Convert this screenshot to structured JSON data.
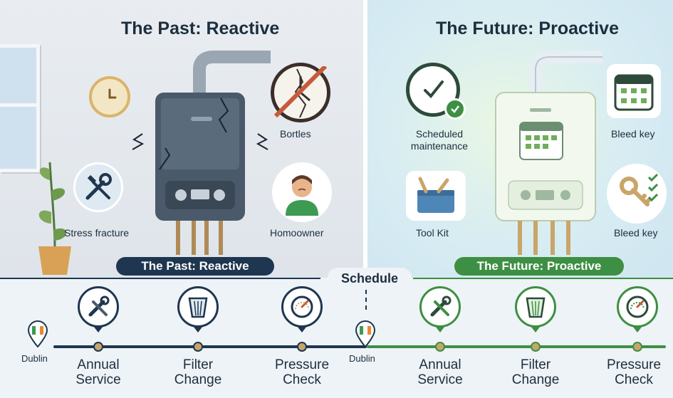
{
  "left": {
    "title": "The Past: Reactive",
    "banner": "The Past: Reactive",
    "labels": {
      "bortles": "Bortles",
      "stress": "Stress fracture",
      "homeowner": "Homoowner"
    }
  },
  "right": {
    "title": "The Future: Proactive",
    "banner": "The Future: Proactive",
    "labels": {
      "scheduled": "Scheduled\nmaintenance",
      "bleed_top": "Bleed key",
      "toolkit": "Tool Kit",
      "bleed_bottom": "Bleed key"
    }
  },
  "schedule": {
    "label": "Schedule",
    "pins": [
      "Dublin",
      "Dublin"
    ],
    "milestones_left": [
      "Annual\nService",
      "Filter\nChange",
      "Pressure\nCheck"
    ],
    "milestones_right": [
      "Annual\nService",
      "Filter\nChange",
      "Pressure\nCheck"
    ]
  },
  "icons": {
    "clock": "clock-icon",
    "broken_clock": "broken-clock-icon",
    "tools": "tools-icon",
    "person": "person-icon",
    "checked_clock": "checked-clock-icon",
    "calendar": "calendar-icon",
    "toolbox": "toolbox-icon",
    "key": "key-icon",
    "wrench": "wrench-icon",
    "filter": "filter-icon",
    "gauge": "gauge-icon",
    "ireland_flag_pin": "location-pin-icon"
  },
  "colors": {
    "navy": "#1f3650",
    "green": "#3d8f43",
    "boiler_dark": "#4a5a6a",
    "accent_gold": "#c9a56a"
  }
}
